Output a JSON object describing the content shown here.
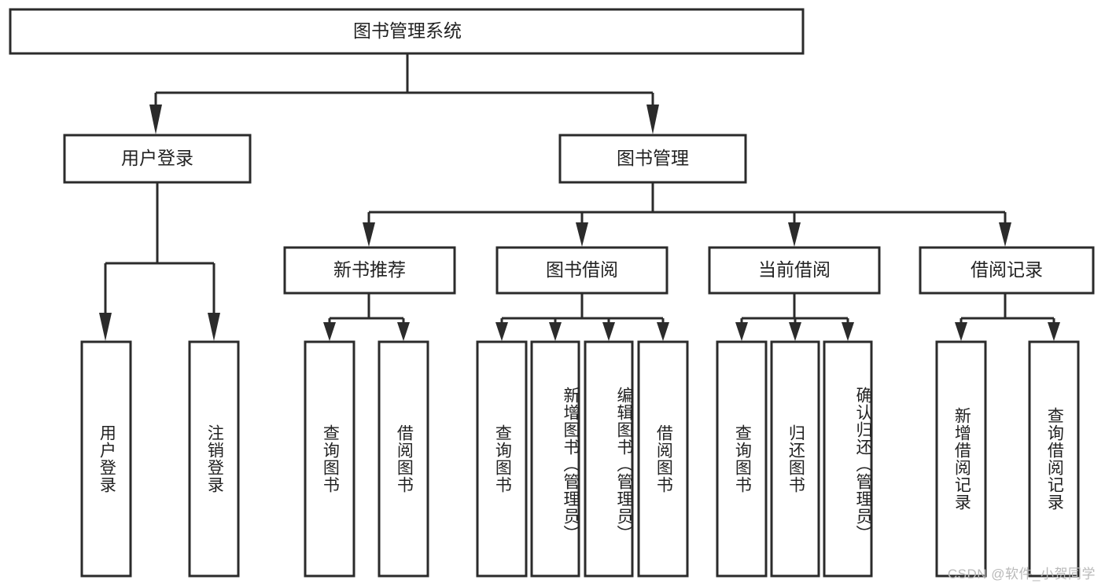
{
  "diagram": {
    "title": "图书管理系统",
    "type": "hierarchy-tree",
    "watermark": "CSDN @软件_小贺同学",
    "colors": {
      "stroke": "#2b2b2b",
      "box_fill": "#ffffff",
      "text": "#222222",
      "watermark": "#b9b9b9",
      "background": "#ffffff"
    },
    "root": {
      "id": "root",
      "label": "图书管理系统",
      "orientation": "horizontal"
    },
    "level2": [
      {
        "id": "user-login",
        "label": "用户登录",
        "orientation": "horizontal"
      },
      {
        "id": "book-management",
        "label": "图书管理",
        "orientation": "horizontal"
      }
    ],
    "level3": [
      {
        "id": "new-book-recommend",
        "label": "新书推荐",
        "orientation": "horizontal",
        "parent": "book-management"
      },
      {
        "id": "book-borrow",
        "label": "图书借阅",
        "orientation": "horizontal",
        "parent": "book-management"
      },
      {
        "id": "current-borrow",
        "label": "当前借阅",
        "orientation": "horizontal",
        "parent": "book-management"
      },
      {
        "id": "borrow-record",
        "label": "借阅记录",
        "orientation": "horizontal",
        "parent": "book-management"
      }
    ],
    "leaves": [
      {
        "id": "leaf-user-login",
        "label": "用户登录",
        "orientation": "vertical",
        "parent": "user-login"
      },
      {
        "id": "leaf-user-logout",
        "label": "注销登录",
        "orientation": "vertical",
        "parent": "user-login"
      },
      {
        "id": "leaf-query-book-1",
        "label": "查询图书",
        "orientation": "vertical",
        "parent": "new-book-recommend"
      },
      {
        "id": "leaf-borrow-book-1",
        "label": "借阅图书",
        "orientation": "vertical",
        "parent": "new-book-recommend"
      },
      {
        "id": "leaf-query-book-2",
        "label": "查询图书",
        "orientation": "vertical",
        "parent": "book-borrow"
      },
      {
        "id": "leaf-add-book",
        "label": "新增图书（管理员）",
        "orientation": "vertical",
        "parent": "book-borrow"
      },
      {
        "id": "leaf-edit-book",
        "label": "编辑图书（管理员）",
        "orientation": "vertical",
        "parent": "book-borrow"
      },
      {
        "id": "leaf-borrow-book-2",
        "label": "借阅图书",
        "orientation": "vertical",
        "parent": "book-borrow"
      },
      {
        "id": "leaf-query-book-3",
        "label": "查询图书",
        "orientation": "vertical",
        "parent": "current-borrow"
      },
      {
        "id": "leaf-return-book",
        "label": "归还图书",
        "orientation": "vertical",
        "parent": "current-borrow"
      },
      {
        "id": "leaf-confirm-return",
        "label": "确认归还（管理员）",
        "orientation": "vertical",
        "parent": "current-borrow"
      },
      {
        "id": "leaf-add-record",
        "label": "新增借阅记录",
        "orientation": "vertical",
        "parent": "borrow-record"
      },
      {
        "id": "leaf-query-record",
        "label": "查询借阅记录",
        "orientation": "vertical",
        "parent": "borrow-record"
      }
    ]
  }
}
